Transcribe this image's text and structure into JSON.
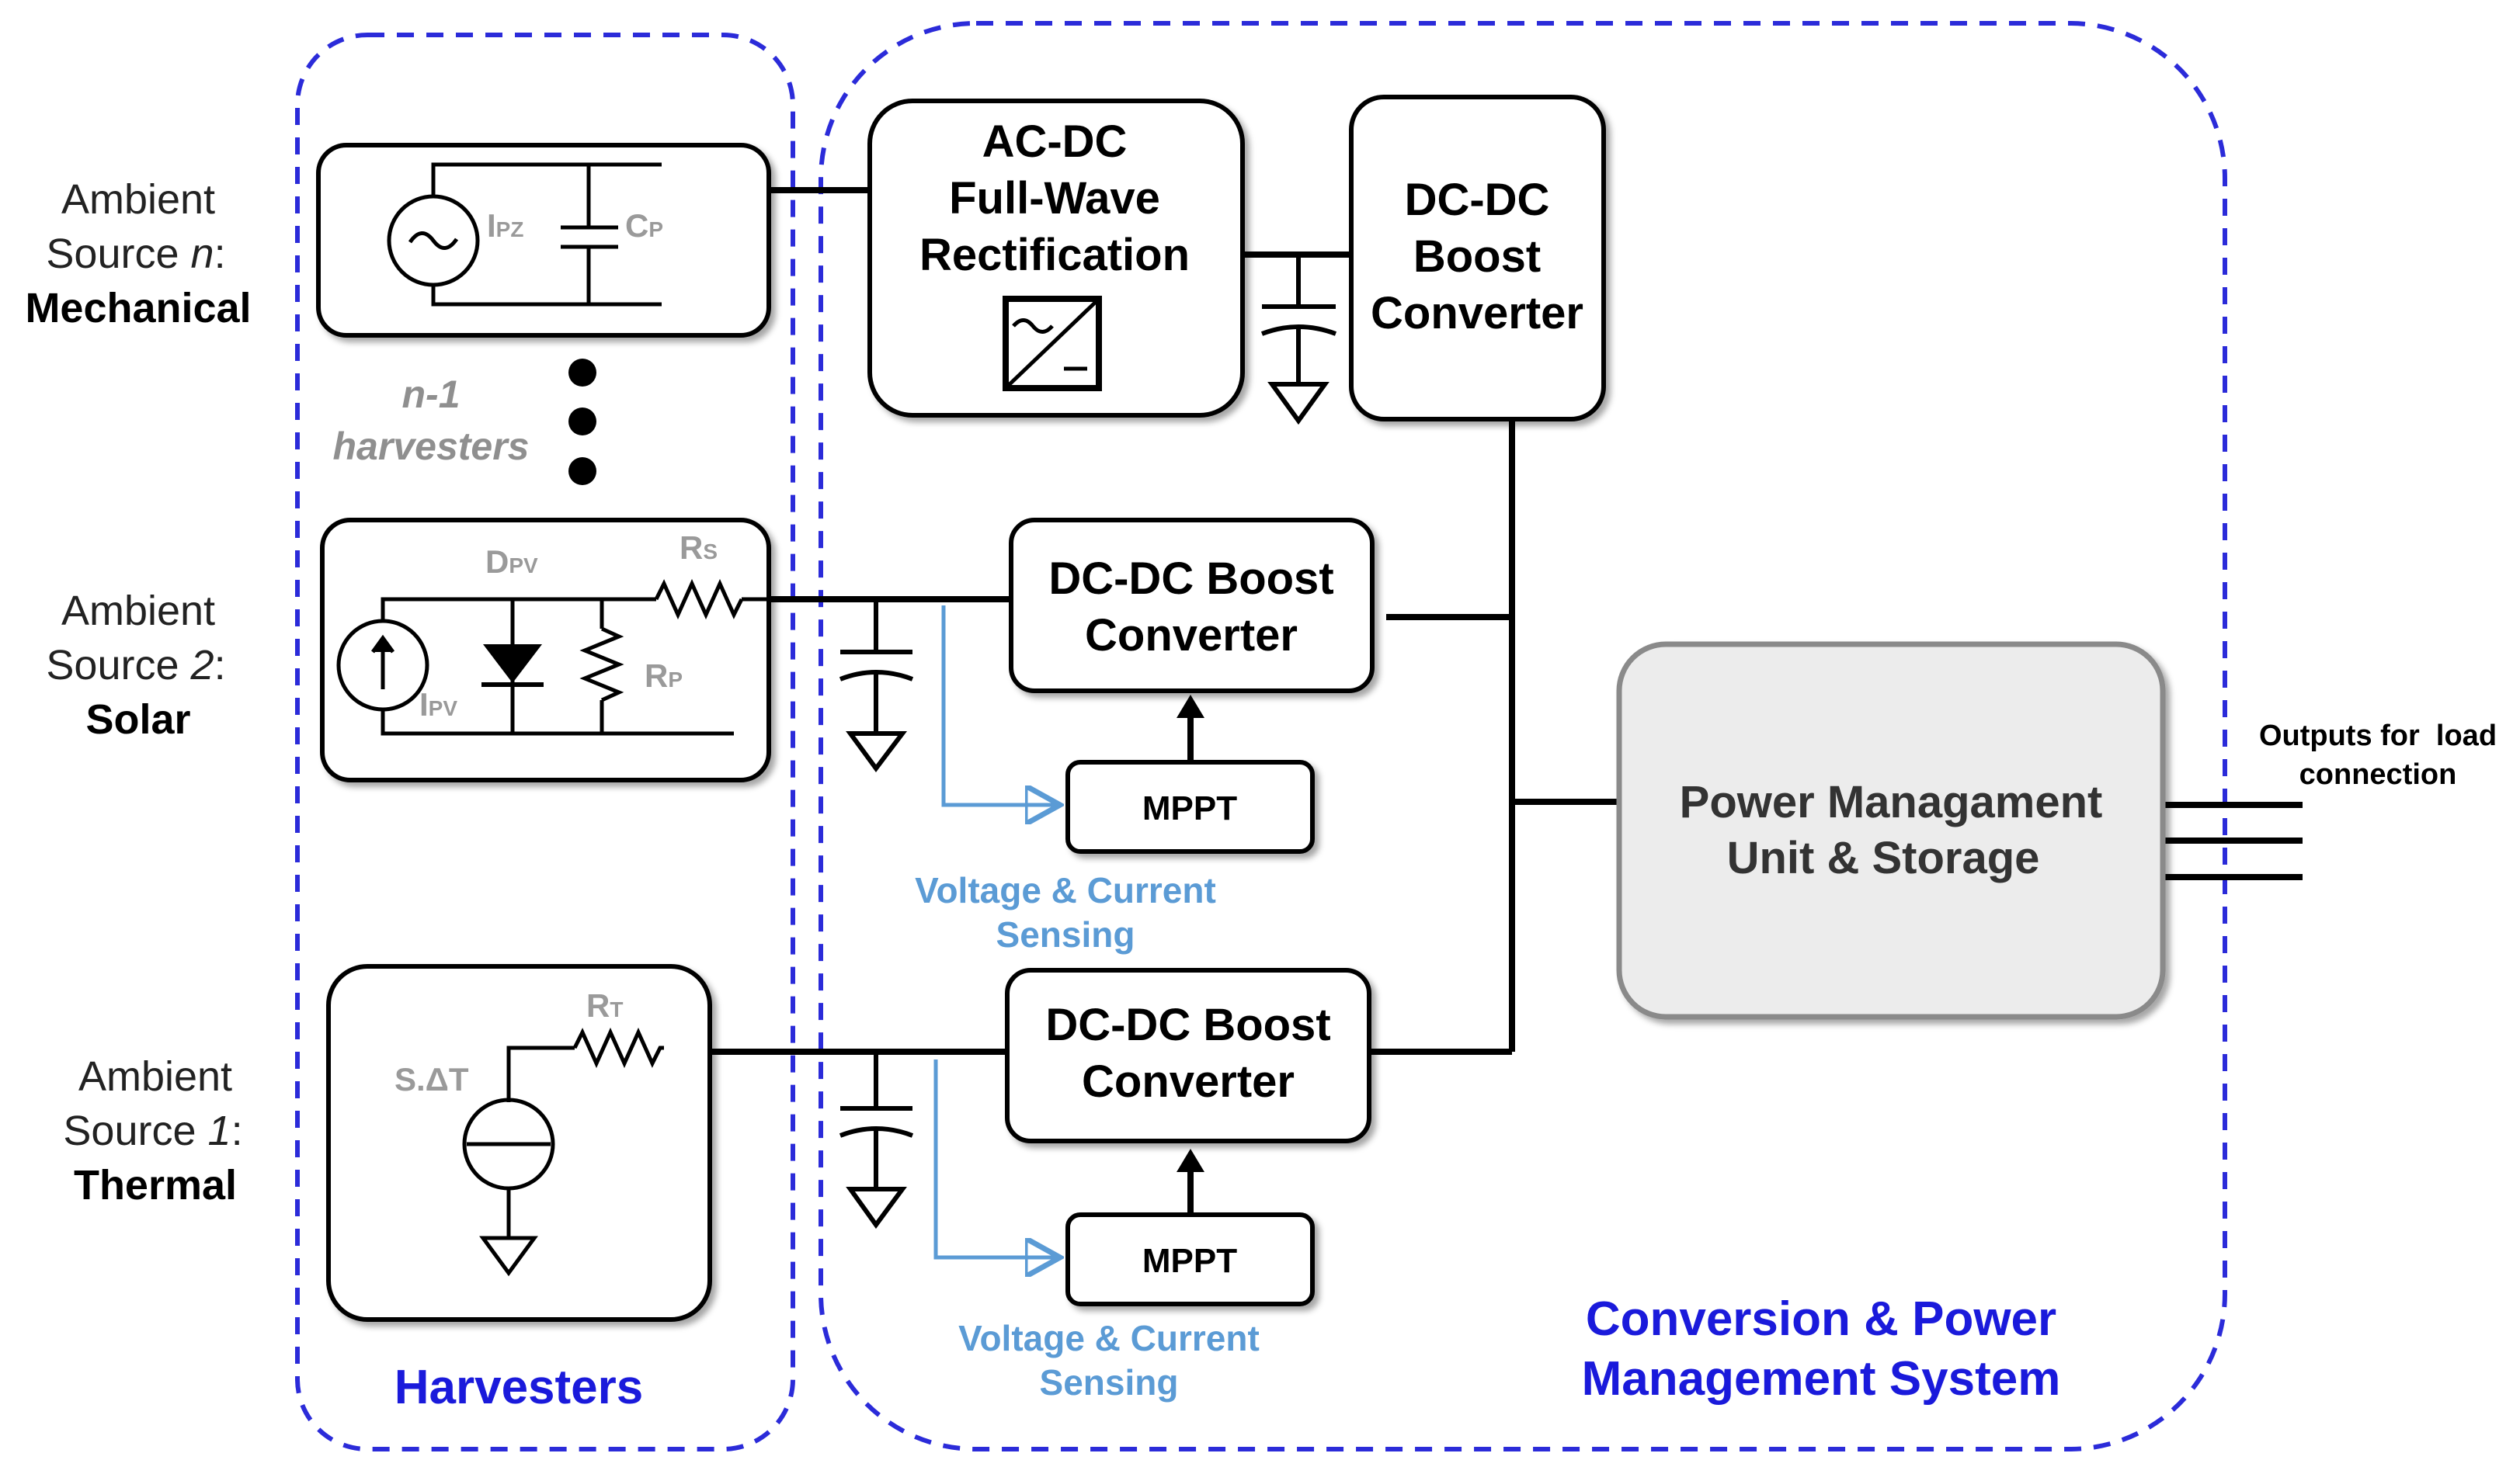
{
  "sources": {
    "mechanical": {
      "line1": "Ambient",
      "line2_prefix": "Source ",
      "line2_var": "n",
      "line2_suffix": ":",
      "line3": "Mechanical"
    },
    "solar": {
      "line1": "Ambient",
      "line2_prefix": "Source ",
      "line2_var": "2",
      "line2_suffix": ":",
      "line3": "Solar"
    },
    "thermal": {
      "line1": "Ambient",
      "line2_prefix": "Source ",
      "line2_var": "1",
      "line2_suffix": ":",
      "line3": "Thermal"
    }
  },
  "components": {
    "ipz_main": "I",
    "ipz_sub": "PZ",
    "cp_main": "C",
    "cp_sub": "P",
    "dpv_main": "D",
    "dpv_sub": "PV",
    "rs_main": "R",
    "rs_sub": "S",
    "rp_main": "R",
    "rp_sub": "P",
    "ipv_main": "I",
    "ipv_sub": "PV",
    "rt_main": "R",
    "rt_sub": "T",
    "sdt": "S.ΔT"
  },
  "harvesters_note": {
    "line1": "n-1",
    "line2": "harvesters"
  },
  "blocks": {
    "acdc": {
      "line1": "AC-DC",
      "line2": "Full-Wave",
      "line3": "Rectification"
    },
    "dcdc_top": {
      "line1": "DC-DC",
      "line2": "Boost",
      "line3": "Converter"
    },
    "dcdc_solar": {
      "line1": "DC-DC Boost",
      "line2": "Converter"
    },
    "dcdc_thermal": {
      "line1": "DC-DC Boost",
      "line2": "Converter"
    },
    "mppt_solar": "MPPT",
    "mppt_thermal": "MPPT",
    "pmu": {
      "line1": "Power Managament",
      "line2": "Unit & Storage"
    }
  },
  "sensing": {
    "solar": {
      "line1": "Voltage & Current",
      "line2": "Sensing"
    },
    "thermal": {
      "line1": "Voltage & Current",
      "line2": "Sensing"
    }
  },
  "outputs": {
    "line1": "Outputs for  load",
    "line2": "connection"
  },
  "groups": {
    "harvesters": "Harvesters",
    "conversion": {
      "line1": "Conversion & Power",
      "line2": "Management System"
    }
  },
  "colors": {
    "group_border": "#2b2bd9",
    "group_text": "#1a1adb",
    "sensing": "#5b9bd5",
    "component_label": "#9a9a9a",
    "pmu_fill": "#ececec"
  }
}
